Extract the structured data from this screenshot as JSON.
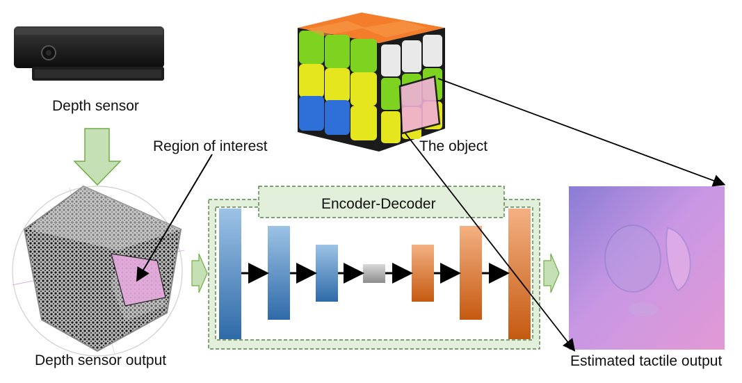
{
  "labels": {
    "depth_sensor": "Depth sensor",
    "region_of_interest": "Region of interest",
    "the_object": "The object",
    "encoder_decoder": "Encoder-Decoder",
    "depth_sensor_output": "Depth sensor output",
    "estimated_tactile_output": "Estimated tactile output"
  },
  "colors": {
    "panel_fill": "#e2efda",
    "panel_border": "#3a6b2a",
    "encoder_blue": "#3f7ec0",
    "decoder_orange": "#e07a2a",
    "bottleneck_gray": "#9a9a9a",
    "flow_arrow_green": "#c5e0b4",
    "roi_pink": "#e8a8e0"
  },
  "icons": {
    "sensor": "kinect-depth-sensor-icon",
    "cube": "rubiks-cube-icon",
    "point_cloud": "point-cloud-cube-icon",
    "tactile": "tactile-image-icon"
  }
}
